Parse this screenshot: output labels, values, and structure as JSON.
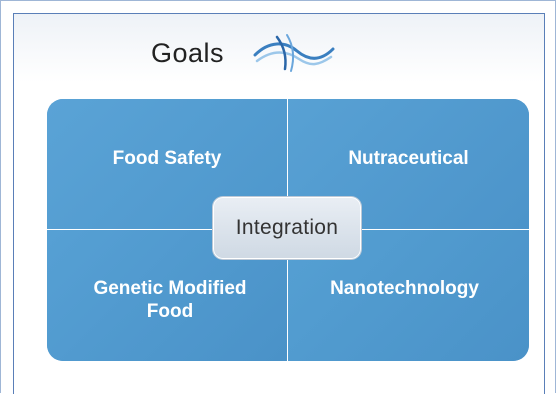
{
  "slide": {
    "title": "Goals"
  },
  "matrix": {
    "quadrants": [
      {
        "label": "Food Safety"
      },
      {
        "label": "Nutraceutical"
      },
      {
        "label": "Genetic Modified\nFood"
      },
      {
        "label": "Nanotechnology"
      }
    ],
    "center_label": "Integration"
  },
  "colors": {
    "quadrant_fill": "#4e97cc",
    "center_fill": "#dde5ee",
    "label_text": "#ffffff",
    "frame_border": "#5a7fb8"
  },
  "icons": {
    "logo": "wave-swirl-logo-icon"
  }
}
